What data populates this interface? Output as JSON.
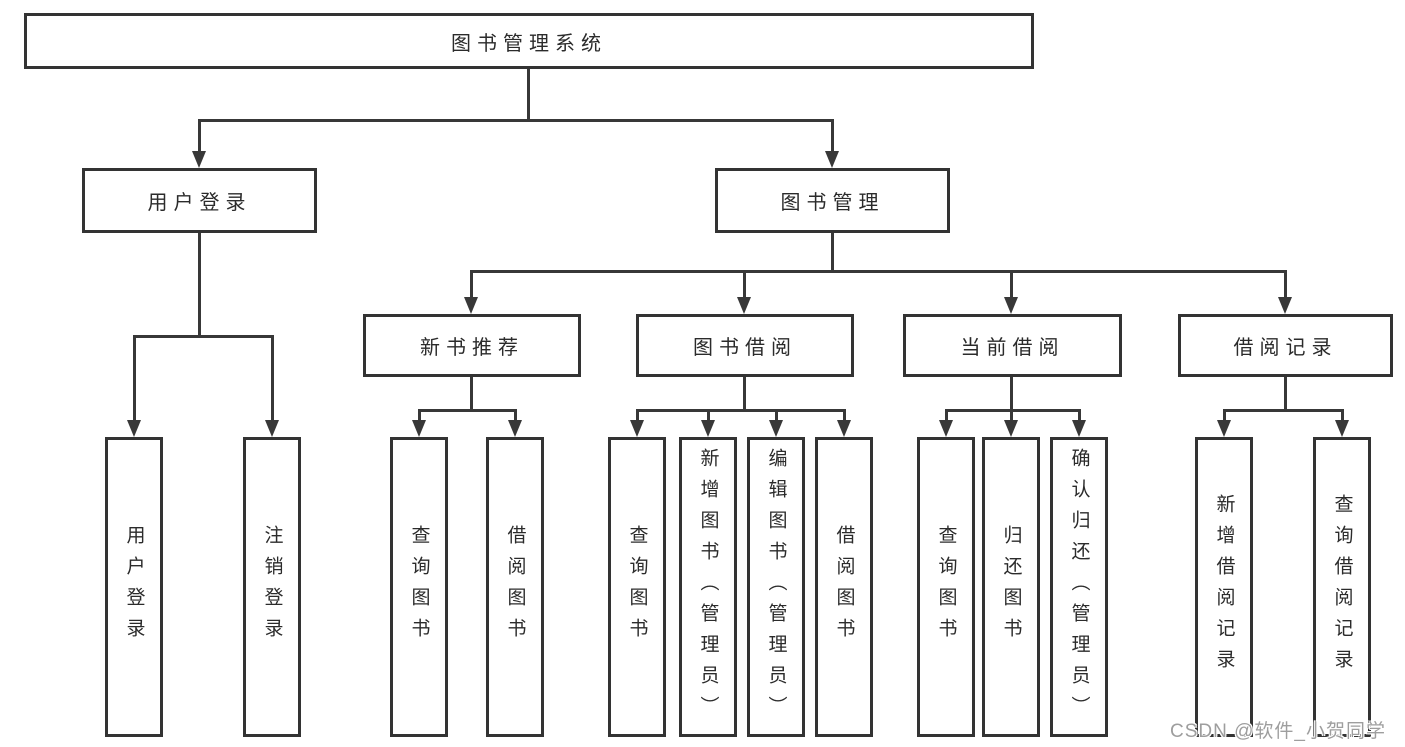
{
  "tree": {
    "root": {
      "label": "图书管理系统",
      "children": [
        {
          "label": "用户登录",
          "children": [
            {
              "label": "用户登录"
            },
            {
              "label": "注销登录"
            }
          ]
        },
        {
          "label": "图书管理",
          "children": [
            {
              "label": "新书推荐",
              "children": [
                {
                  "label": "查询图书"
                },
                {
                  "label": "借阅图书"
                }
              ]
            },
            {
              "label": "图书借阅",
              "children": [
                {
                  "label": "查询图书"
                },
                {
                  "label": "新增图书（管理员）"
                },
                {
                  "label": "编辑图书（管理员）"
                },
                {
                  "label": "借阅图书"
                }
              ]
            },
            {
              "label": "当前借阅",
              "children": [
                {
                  "label": "查询图书"
                },
                {
                  "label": "归还图书"
                },
                {
                  "label": "确认归还（管理员）"
                }
              ]
            },
            {
              "label": "借阅记录",
              "children": [
                {
                  "label": "新增借阅记录"
                },
                {
                  "label": "查询借阅记录"
                }
              ]
            }
          ]
        }
      ]
    }
  },
  "watermark": {
    "text": "CSDN @软件_小贺同学"
  },
  "colors": {
    "line": "#383838",
    "border": "#333333",
    "text": "#2b2b2b",
    "watermark": "#9e9e9e",
    "background": "#ffffff"
  }
}
